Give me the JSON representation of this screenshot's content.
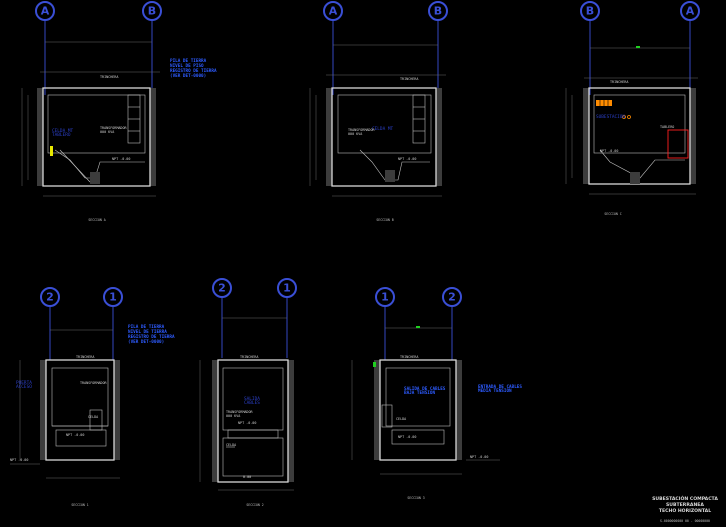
{
  "axis_bubbles": [
    {
      "id": "s1-left",
      "label": "A"
    },
    {
      "id": "s1-right",
      "label": "B"
    },
    {
      "id": "s2-left",
      "label": "A"
    },
    {
      "id": "s2-right",
      "label": "B"
    },
    {
      "id": "s3-left",
      "label": "B"
    },
    {
      "id": "s3-right",
      "label": "A"
    },
    {
      "id": "s4-left",
      "label": "2"
    },
    {
      "id": "s4-right",
      "label": "1"
    },
    {
      "id": "s5-left",
      "label": "2"
    },
    {
      "id": "s5-right",
      "label": "1"
    },
    {
      "id": "s6-left",
      "label": "1"
    },
    {
      "id": "s6-right",
      "label": "2"
    }
  ],
  "title_block": {
    "line1": "SUBESTACIÓN COMPACTA",
    "line2": "SUBTERRANEA",
    "line3": "TECHO HORIZONTAL",
    "code": "S-0000000000 00 - 00000000"
  },
  "colors": {
    "background": "#000000",
    "bubble": "#3a4fd6",
    "annotation": "#2d5bff",
    "walls": "#d8d8d8",
    "equipment": "#ff8c00",
    "highlight_red": "#ff2020",
    "highlight_yellow": "#e8e800",
    "highlight_green": "#20d020"
  }
}
